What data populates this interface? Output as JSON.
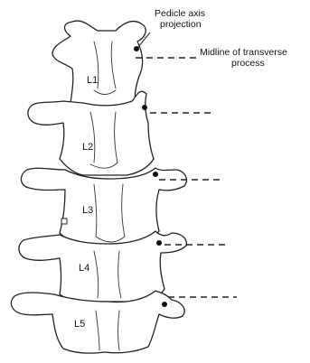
{
  "figure": {
    "annotations": {
      "pedicle": [
        "Pedicle axis",
        "projection"
      ],
      "midline": [
        "Midline of transverse",
        "process"
      ]
    },
    "vertebrae": [
      "L1",
      "L2",
      "L3",
      "L4",
      "L5"
    ]
  }
}
